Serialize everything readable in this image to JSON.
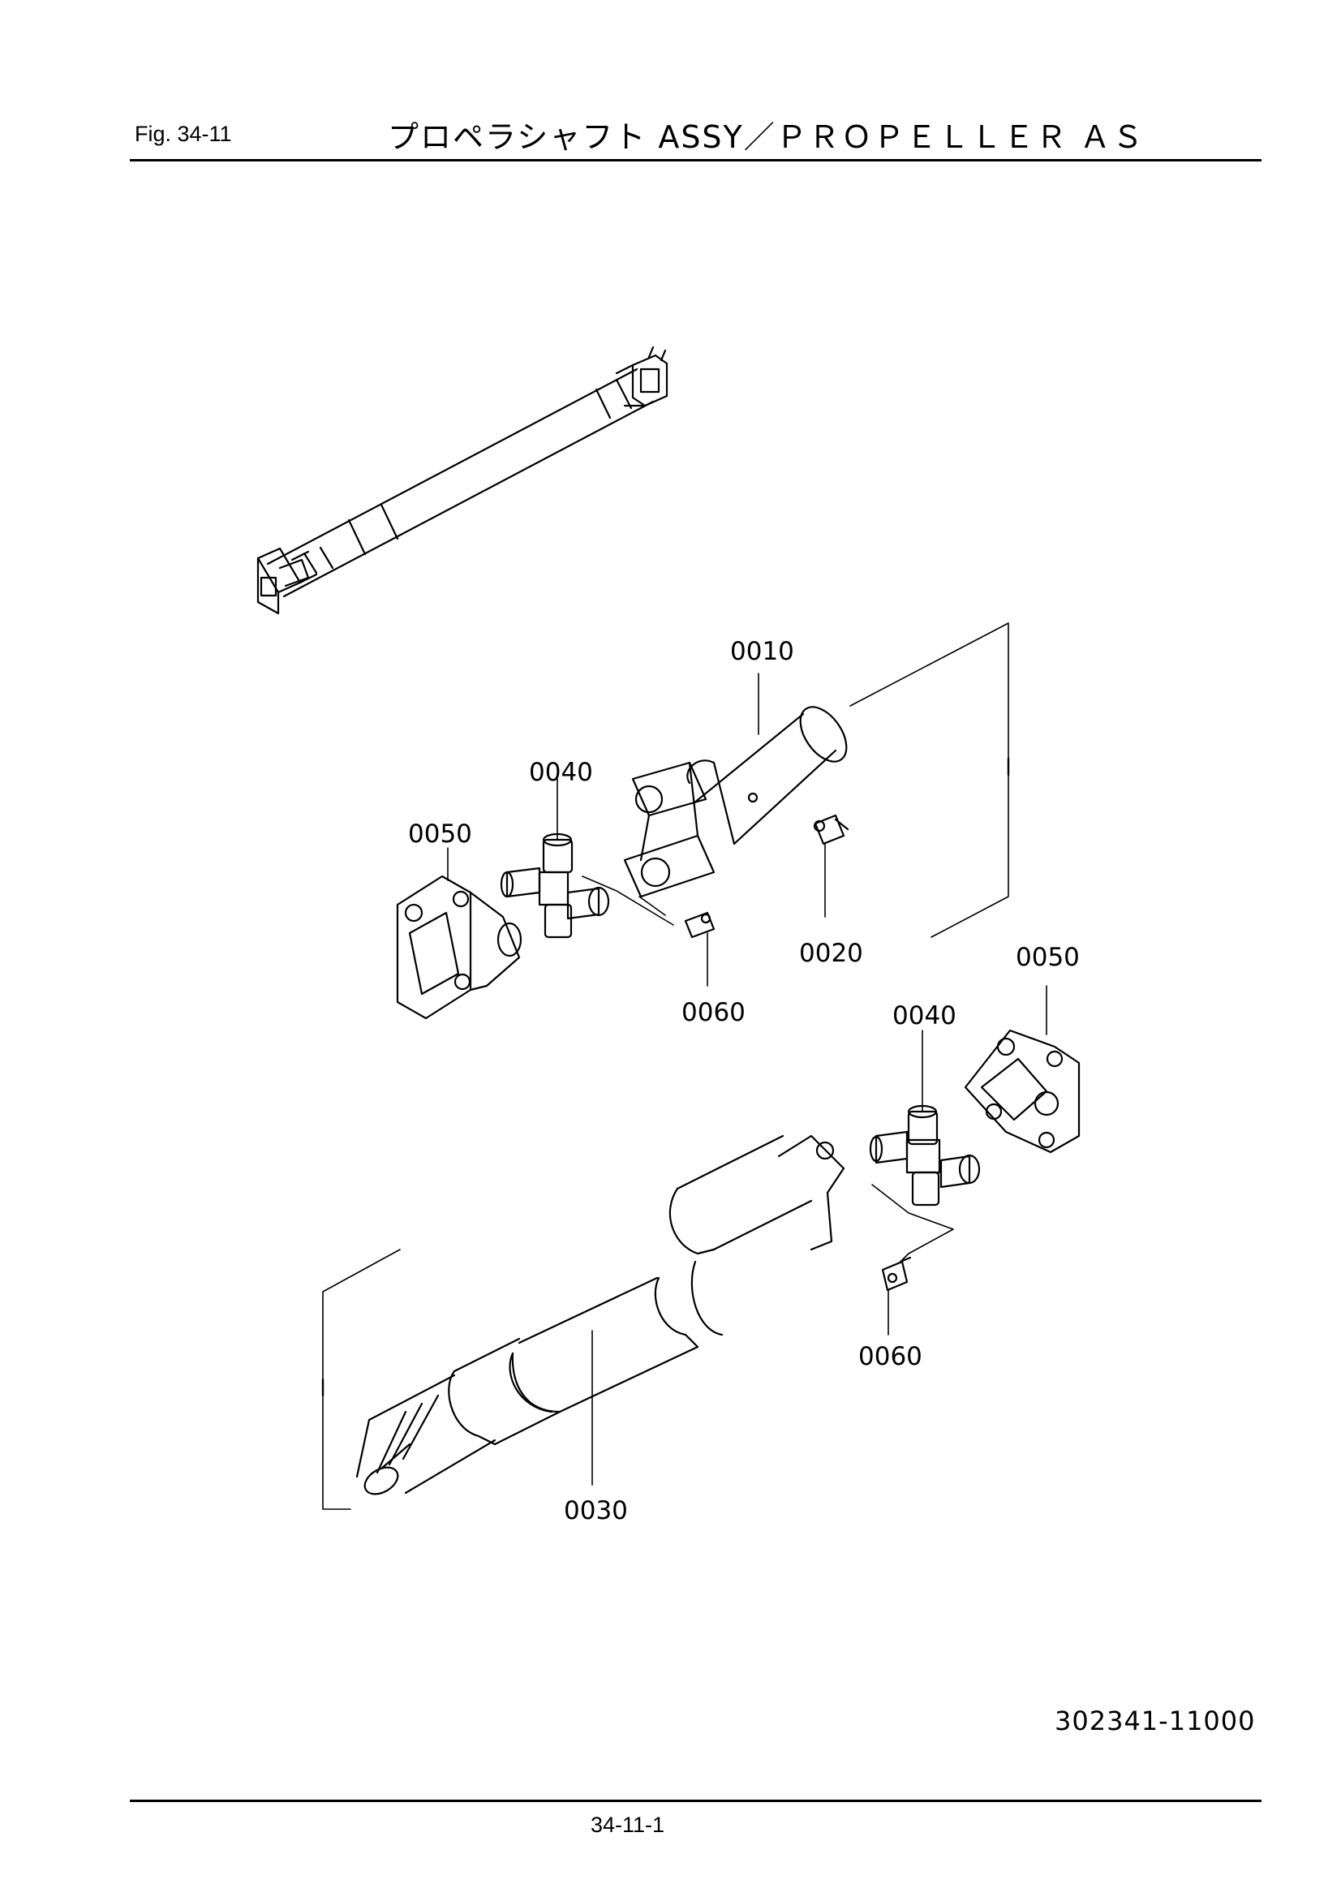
{
  "header": {
    "fig_label": "Fig.  34-11",
    "title": "プロペラシャフト ASSY／ＰＲＯＰＥＬＬＥＲ ＡＳ"
  },
  "callouts": {
    "c0010": "0010",
    "c0020": "0020",
    "c0030": "0030",
    "c0040_upper": "0040",
    "c0040_lower": "0040",
    "c0050_left": "0050",
    "c0050_right": "0050",
    "c0060_upper": "0060",
    "c0060_lower": "0060"
  },
  "footer": {
    "drawing_number": "302341-11000",
    "page_number": "34-11-1"
  }
}
